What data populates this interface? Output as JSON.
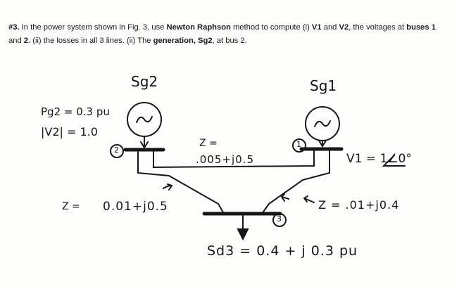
{
  "question": {
    "number": "#3.",
    "part1": " In the power system shown in Fig. 3, use ",
    "bold1": "Newton",
    "part2": " ",
    "bold2": "Raphson",
    "part3": " method to compute (i) ",
    "bold3": "V1",
    "part4": " and ",
    "bold4": "V2",
    "part5": ", the voltages at ",
    "bold5": "buses 1",
    "part6": " and ",
    "bold6": "2",
    "part7": ". (ii) the losses in all 3 lines. (ii) The ",
    "bold7": "generation, Sg2",
    "part8": ", at bus 2."
  },
  "diagram": {
    "gen2_label": "Sg2",
    "gen1_label": "Sg1",
    "gen_symbol": "~",
    "pg2": "Pg2 = 0.3 pu",
    "v2": "|V2| = 1.0",
    "bus2_tag": "2",
    "bus1_tag": "1",
    "bus3_tag": "3",
    "z12_prefix": "Z =",
    "z12_value": ".005+j0.5",
    "v1": "V1 = 1∠0°",
    "z23_prefix": "Z =",
    "z23_value": "0.01+j0.5",
    "z13_value": "Z = .01+j0.4",
    "load3": "Sd3 = 0.4 + j 0.3 pu"
  },
  "colors": {
    "ink": "#161616",
    "paper": "#fdfdfc"
  }
}
